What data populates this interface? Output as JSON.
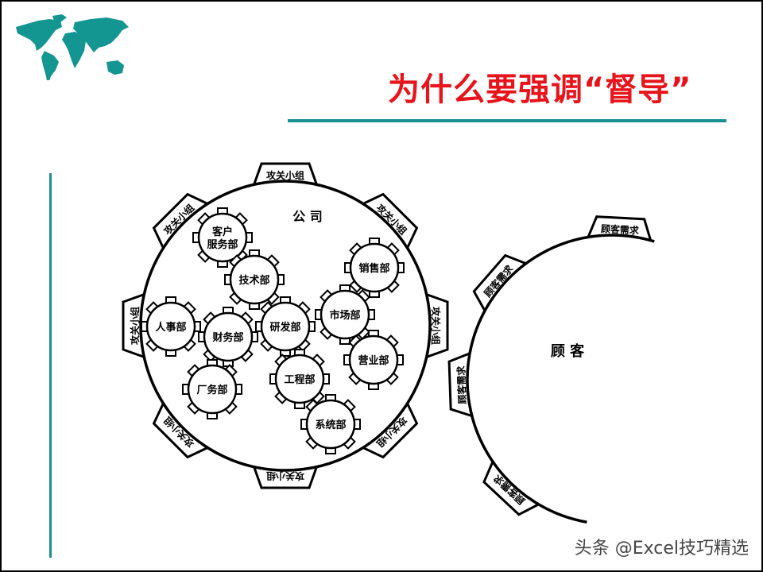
{
  "slide": {
    "title": "为什么要强调“督导”",
    "accent_color": "#1a9090",
    "title_color": "#e8141c"
  },
  "diagram": {
    "company": {
      "label": "公 司",
      "tabs": [
        "攻关小组",
        "攻关小组",
        "攻关小组",
        "攻关小组",
        "攻关小组",
        "攻关小组",
        "攻关小组",
        "攻关小组"
      ],
      "departments": [
        {
          "label": "客户\n服务部"
        },
        {
          "label": "技术部"
        },
        {
          "label": "人事部"
        },
        {
          "label": "财务部"
        },
        {
          "label": "研发部"
        },
        {
          "label": "市场部"
        },
        {
          "label": "销售部"
        },
        {
          "label": "营业部"
        },
        {
          "label": "工程部"
        },
        {
          "label": "厂务部"
        },
        {
          "label": "系统部"
        }
      ]
    },
    "customer": {
      "label": "顾 客",
      "tabs": [
        "顾客需求",
        "顾客需求",
        "顾客需求",
        "顾客需求"
      ]
    }
  },
  "watermark": "头条 @Excel技巧精选",
  "icons": {
    "map": "world-map-icon"
  }
}
